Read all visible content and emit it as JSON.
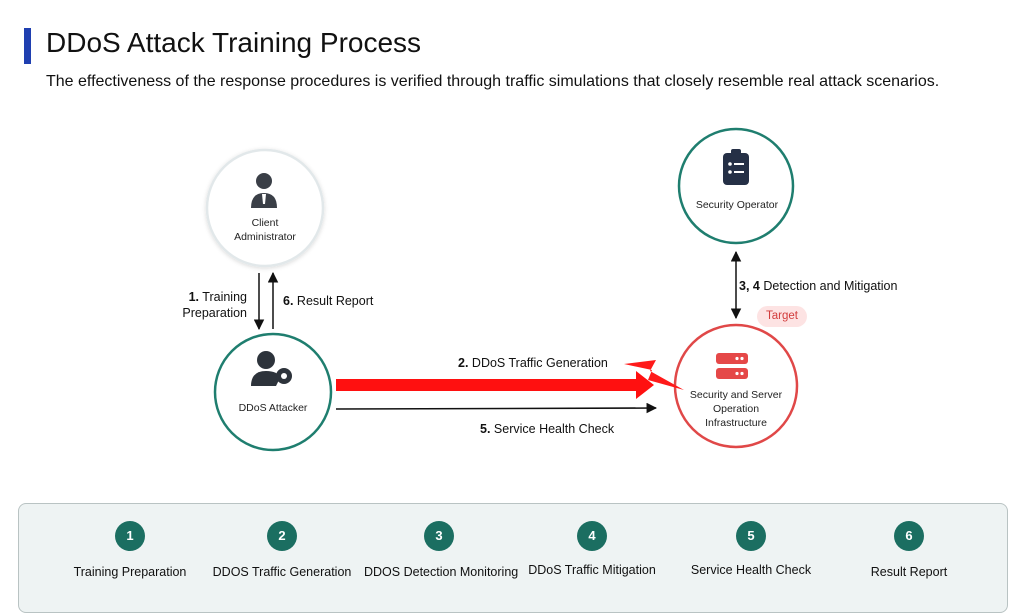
{
  "header": {
    "title": "DDoS Attack Training Process",
    "subtitle": "The effectiveness of the response procedures is verified through traffic simulations that closely resemble real attack scenarios."
  },
  "nodes": {
    "client": {
      "line1": "Client",
      "line2": "Administrator",
      "icon": "person-tie-icon"
    },
    "attacker": {
      "label": "DDoS Attacker",
      "icon": "user-gear-icon"
    },
    "operator": {
      "label": "Security Operator",
      "icon": "clipboard-list-icon"
    },
    "infra": {
      "line1": "Security and Server",
      "line2": "Operation",
      "line3": "Infrastructure",
      "icon": "server-icon",
      "badge": "Target"
    }
  },
  "edges": {
    "training": {
      "num": "1.",
      "line1": "Training",
      "line2": "Preparation"
    },
    "result": {
      "num": "6.",
      "text": "Result Report"
    },
    "detection": {
      "num": "3, 4",
      "text": "Detection and Mitigation"
    },
    "traffic": {
      "num": "2.",
      "text": "DDoS Traffic Generation"
    },
    "health": {
      "num": "5.",
      "text": "Service Health Check"
    }
  },
  "steps": [
    {
      "num": "1",
      "label": "Training Preparation"
    },
    {
      "num": "2",
      "label": "DDOS Traffic Generation"
    },
    {
      "num": "3",
      "label": "DDOS Detection Monitoring"
    },
    {
      "num": "4",
      "label": "DDoS Traffic Mitigation"
    },
    {
      "num": "5",
      "label": "Service Health Check"
    },
    {
      "num": "6",
      "label": "Result Report"
    }
  ],
  "colors": {
    "accent": "#1f3fb0",
    "teal": "#1b6e61",
    "target_red": "#e04848",
    "attack_arrow": "#ff1010"
  }
}
